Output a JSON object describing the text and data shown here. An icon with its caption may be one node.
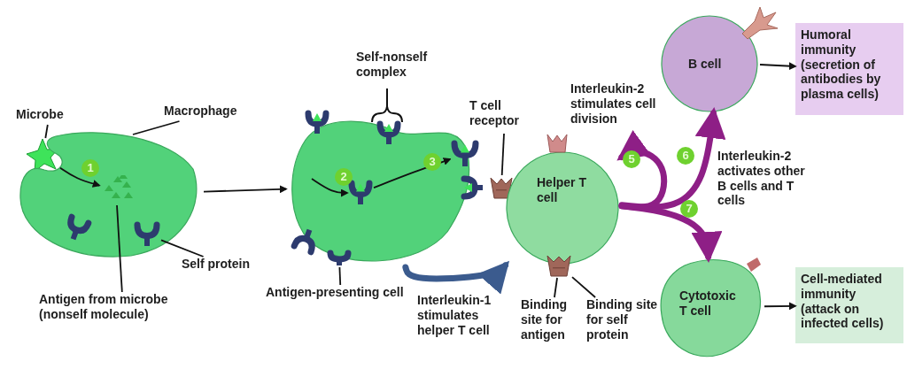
{
  "diagram": {
    "nodes": [
      {
        "text": [
          "Microbe"
        ]
      },
      {
        "text": [],
        "shape": "picture"
      },
      {
        "text": [
          "Macrophage"
        ]
      },
      {
        "text": [],
        "shape": "picture"
      },
      {
        "text": [],
        "shape": "picture",
        "in": 3
      },
      {
        "text": [
          "Antigen from microbe (nonself molecule)"
        ]
      },
      {
        "text": [],
        "shape": "picture",
        "in": 3
      },
      {
        "text": [
          "Self protein"
        ]
      },
      {
        "text": [],
        "shape": "picture"
      },
      {
        "text": [],
        "shape": "picture",
        "in": 8
      },
      {
        "text": [],
        "shape": "picture"
      },
      {
        "text": [
          "T cell receptor"
        ]
      },
      {
        "text": [],
        "shape": "picture"
      },
      {
        "text": [
          "Antigen-presenting cell"
        ]
      },
      {
        "text": [],
        "shape": "picture"
      },
      {
        "text": [
          "Helper T cell"
        ]
      },
      {
        "text": [
          "Binding site for antigen"
        ]
      },
      {
        "text": [],
        "shape": "picture"
      },
      {
        "text": [
          "Binding site for self protein"
        ]
      },
      {
        "text": [
          "B cell"
        ]
      },
      {
        "text": [
          "Humoral immunity (secretion of antibodies by plasma cells)"
        ]
      },
      {
        "text": [
          "Cytotoxic T cell"
        ]
      },
      {
        "text": [
          "Cell-mediated immunity (attack on infected cells)"
        ]
      }
    ],
    "edges": [
      {
        "from": 0,
        "to": 1,
        "arrow": "none"
      },
      {
        "from": 2,
        "to": 3,
        "arrow": "none"
      },
      {
        "from": 1,
        "to": 4,
        "arrow": "to"
      },
      {
        "from": 5,
        "to": 4,
        "arrow": "none"
      },
      {
        "from": 7,
        "to": 6,
        "arrow": "none"
      },
      {
        "from": 3,
        "to": 8,
        "arrow": "to"
      },
      {
        "from": null,
        "to": 9,
        "arrow": "to"
      },
      {
        "from": 9,
        "to": 10,
        "arrow": "to"
      },
      {
        "from": 11,
        "to": 12,
        "arrow": "none"
      },
      {
        "from": 13,
        "to": 14,
        "arrow": "none"
      },
      {
        "from": 8,
        "to": 15,
        "arrow": "to",
        "style": "thick",
        "color": "#3b5b8e"
      },
      {
        "from": 16,
        "to": 17,
        "arrow": "none"
      },
      {
        "from": 18,
        "to": 17,
        "arrow": "none"
      },
      {
        "from": 15,
        "to": 15,
        "arrow": "to",
        "style": "thick",
        "color": "#8e1f86"
      },
      {
        "from": 15,
        "to": 19,
        "arrow": "to",
        "style": "thick",
        "color": "#8e1f86"
      },
      {
        "from": 15,
        "to": 21,
        "arrow": "to",
        "style": "thick",
        "color": "#8e1f86"
      },
      {
        "from": 19,
        "to": 20,
        "arrow": "to"
      },
      {
        "from": 21,
        "to": 22,
        "arrow": "to"
      }
    ],
    "labels": [
      "Self-nonself complex",
      "Interleukin-2 stimulates cell division",
      "1",
      "2",
      "3",
      "5",
      "6",
      "Interleukin-2 activates other B cells and T cells",
      "7",
      "Interleukin-1 stimulates helper T cell"
    ]
  }
}
